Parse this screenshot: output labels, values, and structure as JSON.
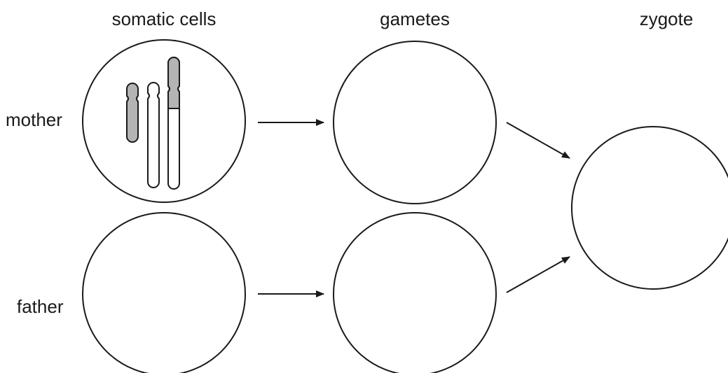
{
  "columns": {
    "somatic_cells": "somatic cells",
    "gametes": "gametes",
    "zygote": "zygote"
  },
  "rows": {
    "mother": "mother",
    "father": "father"
  },
  "colors": {
    "stroke": "#1a1a1a",
    "chromosome_shaded": "#b4b4b4",
    "chromosome_unshaded": "#ffffff",
    "background": "#ffffff"
  }
}
